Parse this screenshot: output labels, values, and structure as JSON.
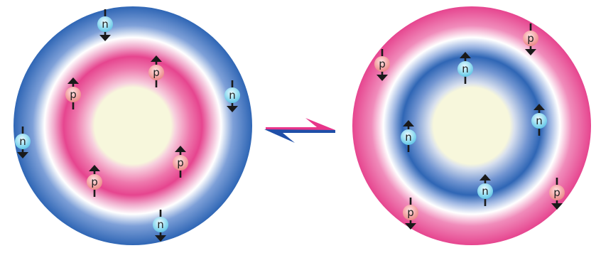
{
  "figure": {
    "colors": {
      "core": "#f7f7dc",
      "blue": "#2f66b5",
      "pink": "#e6458f",
      "white": "#ffffff",
      "arrow_pink": "#e8358a",
      "arrow_blue": "#1f4fa8",
      "proton_fill": "#f49a9a",
      "proton_highlight": "#ffd9d9",
      "neutron_fill": "#7fd6ef",
      "neutron_highlight": "#e2f7fc",
      "spin_arrow": "#1a1a1a"
    },
    "left_nucleus": {
      "inner_band": "pink",
      "outer_band": "blue",
      "nucleons": [
        {
          "label": "n",
          "kind": "neutron",
          "spin": "down"
        },
        {
          "label": "p",
          "kind": "proton",
          "spin": "up"
        },
        {
          "label": "p",
          "kind": "proton",
          "spin": "up"
        },
        {
          "label": "n",
          "kind": "neutron",
          "spin": "down"
        },
        {
          "label": "n",
          "kind": "neutron",
          "spin": "down"
        },
        {
          "label": "p",
          "kind": "proton",
          "spin": "up"
        },
        {
          "label": "p",
          "kind": "proton",
          "spin": "up"
        },
        {
          "label": "n",
          "kind": "neutron",
          "spin": "down"
        }
      ]
    },
    "right_nucleus": {
      "inner_band": "blue",
      "outer_band": "pink",
      "nucleons": [
        {
          "label": "p",
          "kind": "proton",
          "spin": "down"
        },
        {
          "label": "n",
          "kind": "neutron",
          "spin": "up"
        },
        {
          "label": "p",
          "kind": "proton",
          "spin": "down"
        },
        {
          "label": "n",
          "kind": "neutron",
          "spin": "up"
        },
        {
          "label": "n",
          "kind": "neutron",
          "spin": "up"
        },
        {
          "label": "n",
          "kind": "neutron",
          "spin": "up"
        },
        {
          "label": "p",
          "kind": "proton",
          "spin": "down"
        },
        {
          "label": "p",
          "kind": "proton",
          "spin": "down"
        }
      ]
    },
    "equilibrium_arrows": {
      "forward_color": "arrow_pink",
      "reverse_color": "arrow_blue"
    }
  }
}
